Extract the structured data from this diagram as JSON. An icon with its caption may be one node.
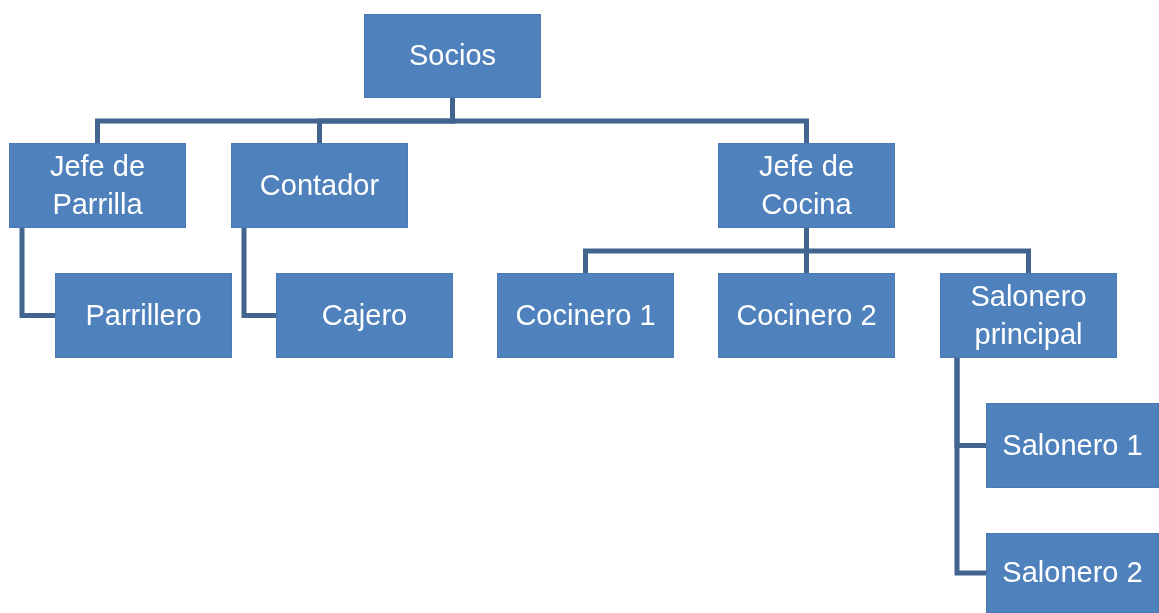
{
  "diagram": {
    "nodes": [
      {
        "text": [
          "Socios"
        ]
      },
      {
        "text": [
          "Jefe de Parrilla"
        ]
      },
      {
        "text": [
          "Contador"
        ]
      },
      {
        "text": [
          "Jefe de Cocina"
        ]
      },
      {
        "text": [
          "Parrillero"
        ]
      },
      {
        "text": [
          "Cajero"
        ]
      },
      {
        "text": [
          "Cocinero 1"
        ]
      },
      {
        "text": [
          "Cocinero 2"
        ]
      },
      {
        "text": [
          "Salonero principal"
        ]
      },
      {
        "text": [
          "Salonero 1"
        ]
      },
      {
        "text": [
          "Salonero 2"
        ]
      }
    ],
    "edges": [
      {
        "from": 0,
        "to": 1,
        "arrow": "none"
      },
      {
        "from": 0,
        "to": 2,
        "arrow": "none"
      },
      {
        "from": 0,
        "to": 3,
        "arrow": "none"
      },
      {
        "from": 1,
        "to": 4,
        "arrow": "none"
      },
      {
        "from": 2,
        "to": 5,
        "arrow": "none"
      },
      {
        "from": 3,
        "to": 6,
        "arrow": "none"
      },
      {
        "from": 3,
        "to": 7,
        "arrow": "none"
      },
      {
        "from": 3,
        "to": 8,
        "arrow": "none"
      },
      {
        "from": 8,
        "to": 9,
        "arrow": "none"
      },
      {
        "from": 8,
        "to": 10,
        "arrow": "none"
      }
    ]
  }
}
